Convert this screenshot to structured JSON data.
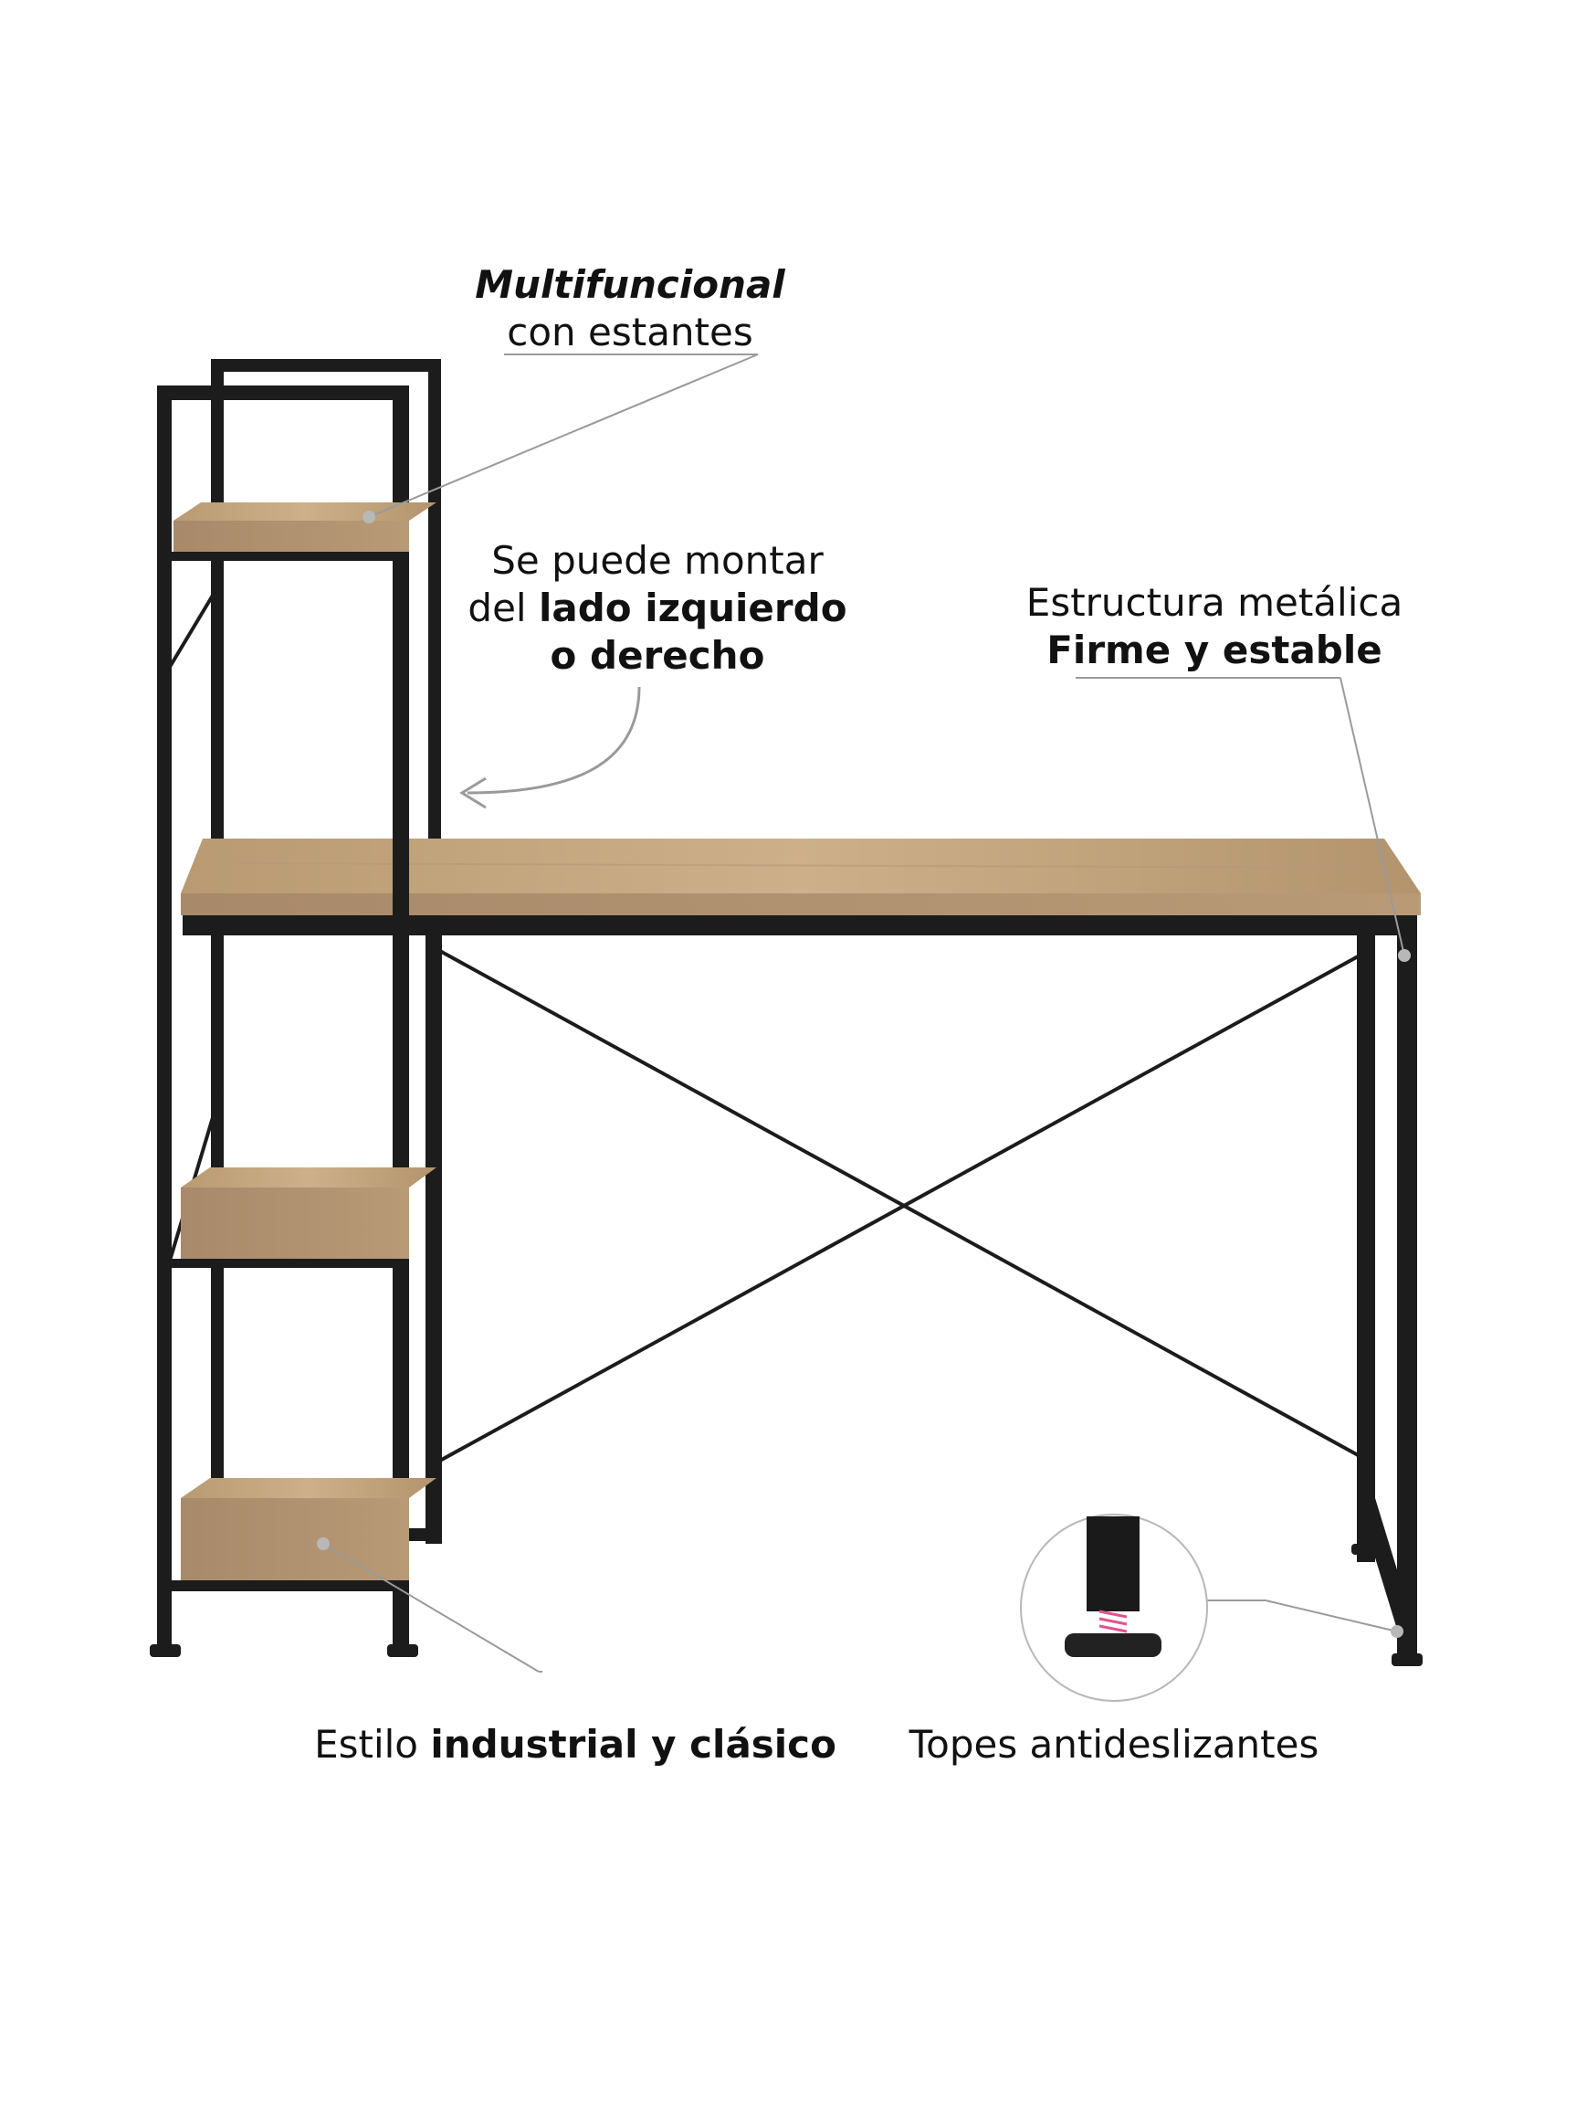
{
  "colors": {
    "background": "#ffffff",
    "frame": "#1c1c1c",
    "wood": "#c4a57d",
    "wood_dark": "#a8896a",
    "callout_line": "#9a9a9a",
    "spring": "#e0538f"
  },
  "callouts": {
    "multifunctional": {
      "title": "Multifuncional",
      "subtitle": "con estantes"
    },
    "mounting": {
      "line1": "Se puede montar",
      "line2_regular": "del",
      "line2_bold": "lado izquierdo",
      "line3_bold": "o derecho"
    },
    "structure": {
      "line1": "Estructura metálica",
      "line2_bold": "Firme y estable"
    },
    "style": {
      "regular": "Estilo",
      "bold": "industrial y clásico"
    },
    "stops": {
      "text": "Topes antideslizantes"
    }
  },
  "icons": {
    "arrow": "curved-arrow-icon",
    "foot": "anti-slip-foot-icon"
  }
}
